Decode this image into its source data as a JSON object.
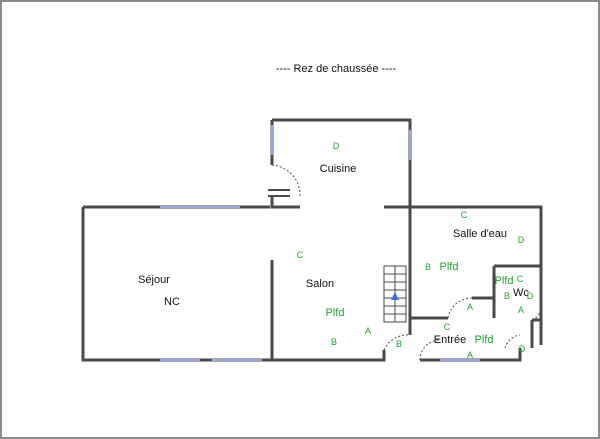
{
  "title": "----  Rez de chaussée  ----",
  "rooms": {
    "cuisine": "Cuisine",
    "sejour": "Séjour",
    "sejour_note": "NC",
    "salon": "Salon",
    "salle_eau": "Salle d'eau",
    "wc": "Wc",
    "entree": "Entrée"
  },
  "markers": {
    "cuisine_d": "D",
    "salon_c": "C",
    "salle_c": "C",
    "salle_d": "D",
    "salle_b": "B",
    "wc_c": "C",
    "wc_b": "B",
    "wc_d": "D",
    "wc_a": "A",
    "salon_a": "A",
    "salon_b": "B",
    "stair_b": "B",
    "hall_a": "A",
    "entree_c": "C",
    "entree_a": "A",
    "entree_d": "D"
  },
  "plfd_labels": [
    "Plfd",
    "Plfd",
    "Plfd",
    "Plfd"
  ],
  "colors": {
    "wall": "#4a4a4a",
    "window": "#9aa8d8",
    "marker": "#22a02a",
    "stair_arrow": "#3a6fd8",
    "frame": "#8a8a8a"
  }
}
